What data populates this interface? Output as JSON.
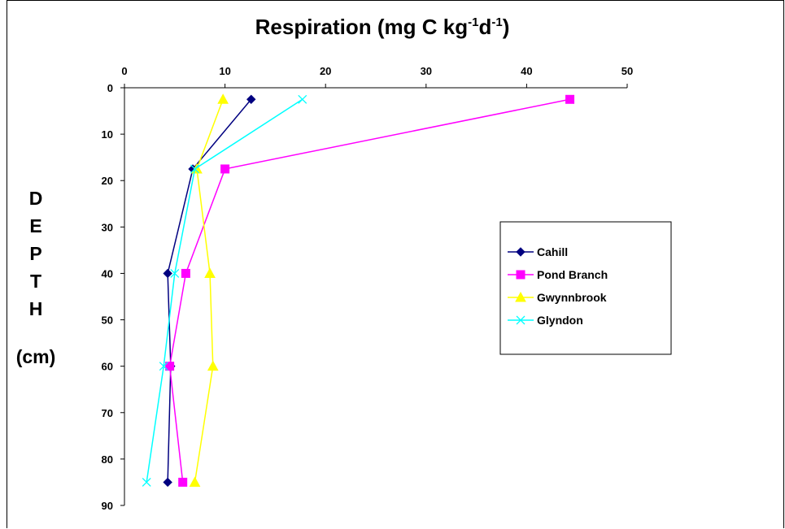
{
  "chart_data": {
    "type": "line",
    "title_main": "Respiration (mg C kg",
    "title_sup1": "-1",
    "title_mid": "d",
    "title_sup2": "-1",
    "title_end": ")",
    "ylabel_letters": [
      "D",
      "E",
      "P",
      "T",
      "H"
    ],
    "ylabel_unit": "(cm)",
    "x_axis": {
      "position": "top",
      "range": [
        0,
        50
      ],
      "ticks": [
        0,
        10,
        20,
        30,
        40,
        50
      ]
    },
    "y_axis": {
      "inverted": true,
      "range": [
        0,
        90
      ],
      "ticks": [
        0,
        10,
        20,
        30,
        40,
        50,
        60,
        70,
        80,
        90
      ]
    },
    "legend_placement": "right",
    "series": [
      {
        "name": "Cahill",
        "color": "#000080",
        "marker": "diamond",
        "x": [
          12.6,
          6.8,
          4.3,
          4.6,
          4.3
        ],
        "y": [
          2.5,
          17.5,
          40,
          60,
          85
        ]
      },
      {
        "name": "Pond Branch",
        "color": "#FF00FF",
        "marker": "square",
        "x": [
          44.3,
          10.0,
          6.1,
          4.5,
          5.8
        ],
        "y": [
          2.5,
          17.5,
          40,
          60,
          85
        ]
      },
      {
        "name": "Gwynnbrook",
        "color": "#FFFF00",
        "marker": "triangle",
        "x": [
          9.8,
          7.2,
          8.5,
          8.8,
          7.0
        ],
        "y": [
          2.5,
          17.5,
          40,
          60,
          85
        ]
      },
      {
        "name": "Glyndon",
        "color": "#00FFFF",
        "marker": "x",
        "x": [
          17.7,
          7.0,
          5.0,
          3.9,
          2.2
        ],
        "y": [
          2.5,
          17.5,
          40,
          60,
          85
        ]
      }
    ]
  }
}
